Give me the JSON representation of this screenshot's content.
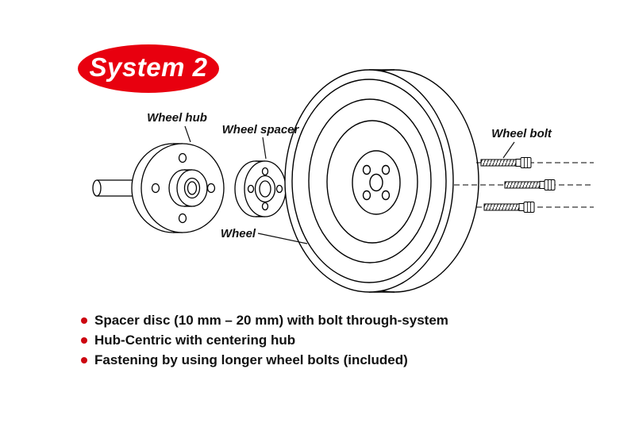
{
  "badge": {
    "label": "System 2"
  },
  "diagram": {
    "labels": {
      "wheel_hub": "Wheel hub",
      "wheel_spacer": "Wheel spacer",
      "wheel": "Wheel",
      "wheel_bolt": "Wheel bolt"
    }
  },
  "bullets": {
    "items": [
      "Spacer disc (10 mm – 20 mm) with bolt through-system",
      "Hub-Centric with centering hub",
      "Fastening by using longer wheel bolts (included)"
    ]
  },
  "colors": {
    "badge_red": "#e8000f",
    "bullet_red": "#cc0711",
    "line_art": "#000000",
    "background": "#ffffff"
  }
}
